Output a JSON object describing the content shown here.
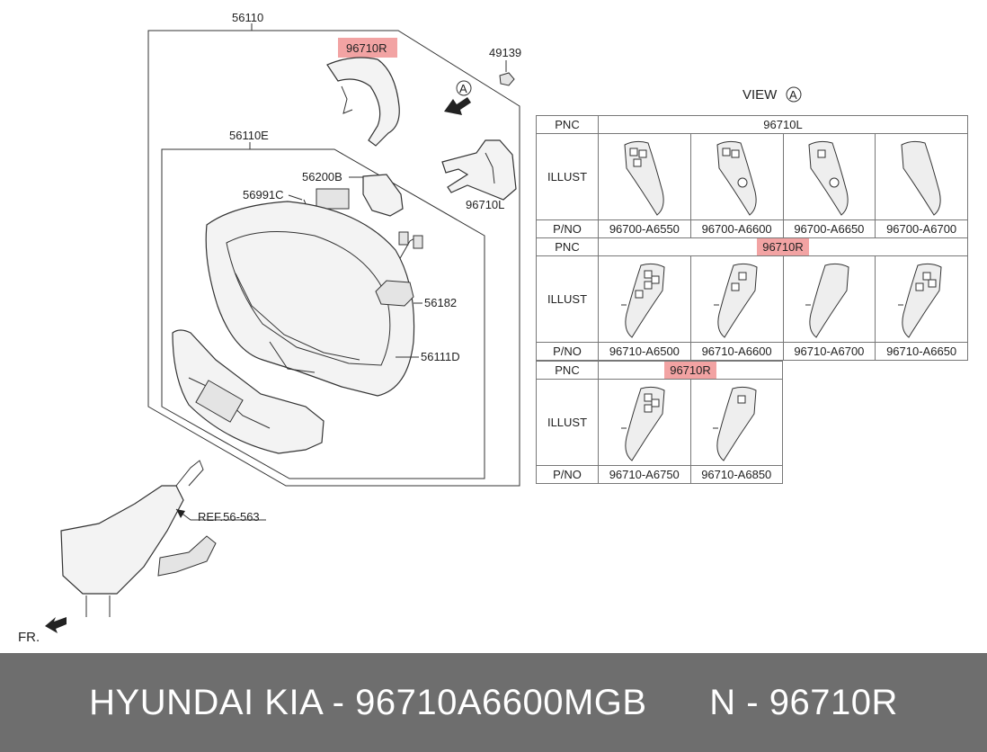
{
  "labels": {
    "assembly": "56110",
    "cover_r": "96710R",
    "nut": "49139",
    "view_marker": "A",
    "sub_assembly": "56110E",
    "bracket": "56200B",
    "harness": "56991C",
    "switch_l": "96710L",
    "connector": "56182",
    "wheel_body": "56111D",
    "ref": "REF.56-563",
    "front": "FR."
  },
  "view_title": "VIEW",
  "table_1": {
    "pnc_label": "PNC",
    "pnc": "96710L",
    "illust_label": "ILLUST",
    "pno_label": "P/NO",
    "parts": [
      "96700-A6550",
      "96700-A6600",
      "96700-A6650",
      "96700-A6700"
    ]
  },
  "table_2": {
    "pnc_label": "PNC",
    "pnc": "96710R",
    "illust_label": "ILLUST",
    "pno_label": "P/NO",
    "parts": [
      "96710-A6500",
      "96710-A6600",
      "96710-A6700",
      "96710-A6650"
    ]
  },
  "table_3": {
    "pnc_label": "PNC",
    "pnc": "96710R",
    "illust_label": "ILLUST",
    "pno_label": "P/NO",
    "parts": [
      "96710-A6750",
      "96710-A6850"
    ]
  },
  "footer": {
    "left": "HYUNDAI KIA - 96710A6600MGB",
    "right": "N - 96710R"
  },
  "colors": {
    "highlight": "#f2a3a3",
    "footer_bg": "#6e6e6e"
  }
}
